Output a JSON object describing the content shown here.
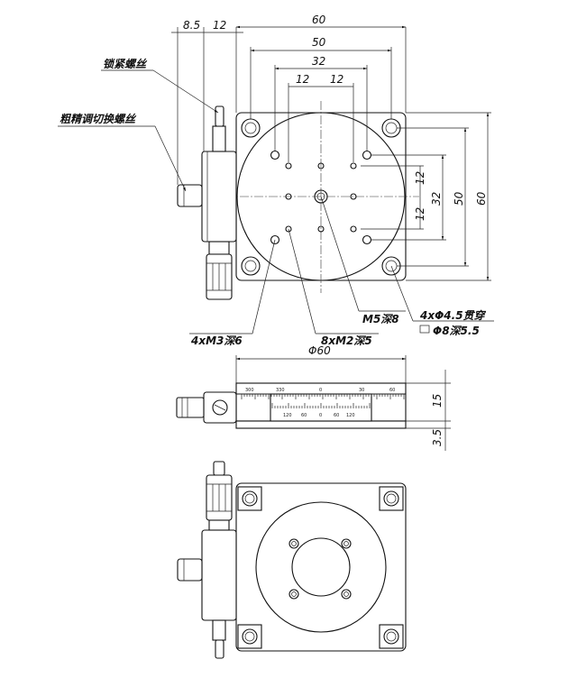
{
  "top_view": {
    "callout_lock_screw": "锁紧螺丝",
    "callout_coarse_fine_screw": "粗精调切换螺丝",
    "dim_knob_width": "8.5",
    "dim_knob_offset": "12",
    "dim_plate_width": "60",
    "dim_hole_spacing_50": "50",
    "dim_hole_spacing_32": "32",
    "dim_hole_pitch_left": "12",
    "dim_hole_pitch_right": "12",
    "dim_right_12_top": "12",
    "dim_right_32": "32",
    "dim_right_12_bottom": "12",
    "dim_right_50": "50",
    "dim_right_60": "60",
    "note_center_thread": "M5深8",
    "note_corner_holes": "4xΦ4.5贯穿",
    "note_counterbore": "Φ8深5.5",
    "note_m3_holes": "4xM3深6",
    "note_m2_holes": "8xM2深5"
  },
  "side_view": {
    "dim_diameter": "Φ60",
    "dim_height": "15",
    "dim_base": "3.5",
    "scale_top": [
      "300",
      "330",
      "0",
      "30",
      "60"
    ],
    "scale_bottom": [
      "120",
      "60",
      "0",
      "60",
      "120"
    ]
  },
  "colors": {
    "line": "#111111",
    "background": "#ffffff"
  }
}
